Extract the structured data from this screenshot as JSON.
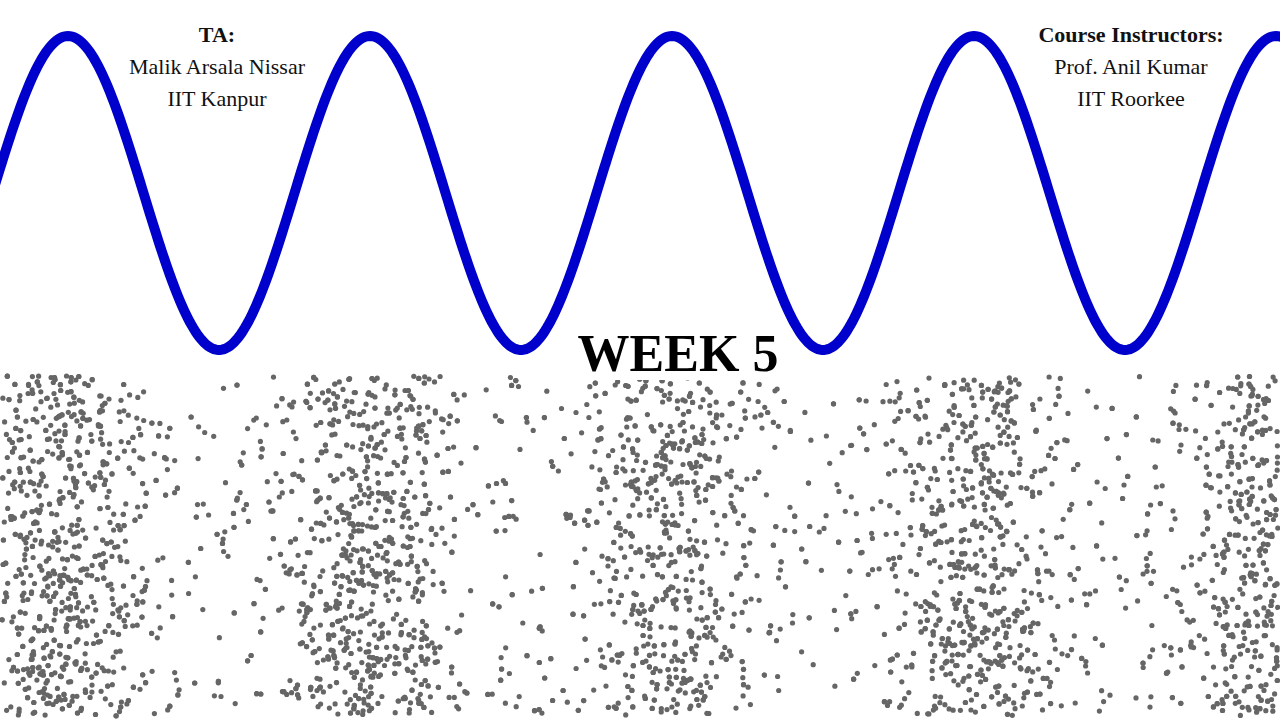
{
  "diagram": {
    "title": "WEEK 5",
    "labels": [
      "TA:",
      "Malik Arsala Nissar",
      "IIT Kanpur",
      "Course Instructors:",
      "Prof. Anil Kumar",
      "IIT Roorkee"
    ]
  }
}
